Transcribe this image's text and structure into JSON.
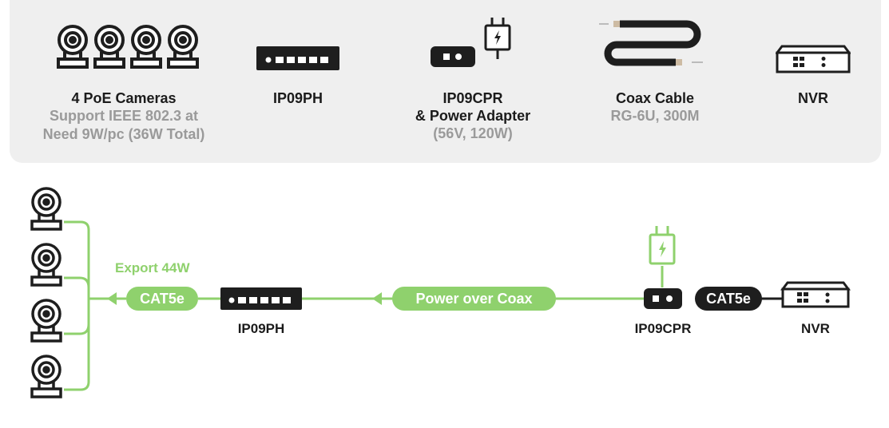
{
  "overview": {
    "cameras": {
      "title": "4 PoE Cameras",
      "sub1": "Support IEEE 802.3 at",
      "sub2": "Need 9W/pc (36W Total)"
    },
    "ip09ph": {
      "title": "IP09PH"
    },
    "ip09cpr": {
      "title1": "IP09CPR",
      "title2": "& Power Adapter",
      "sub": "(56V, 120W)"
    },
    "coax": {
      "title": "Coax Cable",
      "sub": "RG-6U, 300M"
    },
    "nvr": {
      "title": "NVR"
    }
  },
  "diagram": {
    "export_label": "Export 44W",
    "cat5e_left": "CAT5e",
    "power_over_coax": "Power over Coax",
    "cat5e_right": "CAT5e",
    "ip09ph_label": "IP09PH",
    "ip09cpr_label": "IP09CPR",
    "nvr_label": "NVR"
  },
  "colors": {
    "accent_green": "#8fd16d",
    "dark": "#1e1e1e",
    "panel_bg": "#efefef",
    "muted_text": "#9a9a9a"
  }
}
